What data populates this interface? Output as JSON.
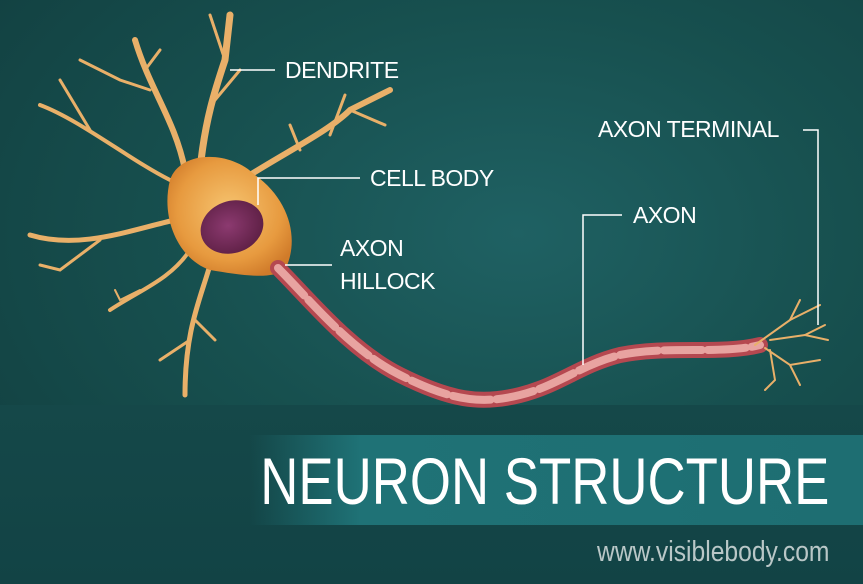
{
  "labels": {
    "dendrite": "DENDRITE",
    "cell_body": "CELL BODY",
    "axon_hillock_line1": "AXON",
    "axon_hillock_line2": "HILLOCK",
    "axon": "AXON",
    "axon_terminal": "AXON TERMINAL"
  },
  "title": "NEURON STRUCTURE",
  "website": "www.visiblebody.com",
  "colors": {
    "background": "#17504f",
    "banner": "#1e6e72",
    "cell": "#e8a048",
    "nucleus": "#7a2a5a",
    "axon": "#c7555c"
  }
}
